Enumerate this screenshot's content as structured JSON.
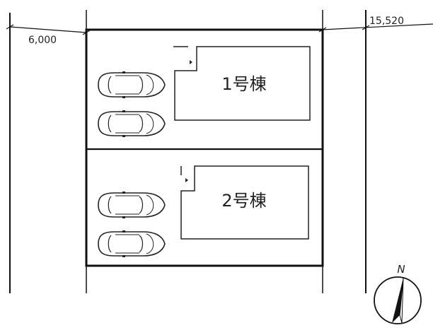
{
  "plan": {
    "dimensions": {
      "left_road_width": "6,000",
      "right_road_width": "15,520"
    },
    "buildings": [
      {
        "label": "1号棟"
      },
      {
        "label": "2号棟"
      }
    ],
    "north_label": "N",
    "colors": {
      "line": "#111111",
      "background": "#ffffff"
    }
  }
}
